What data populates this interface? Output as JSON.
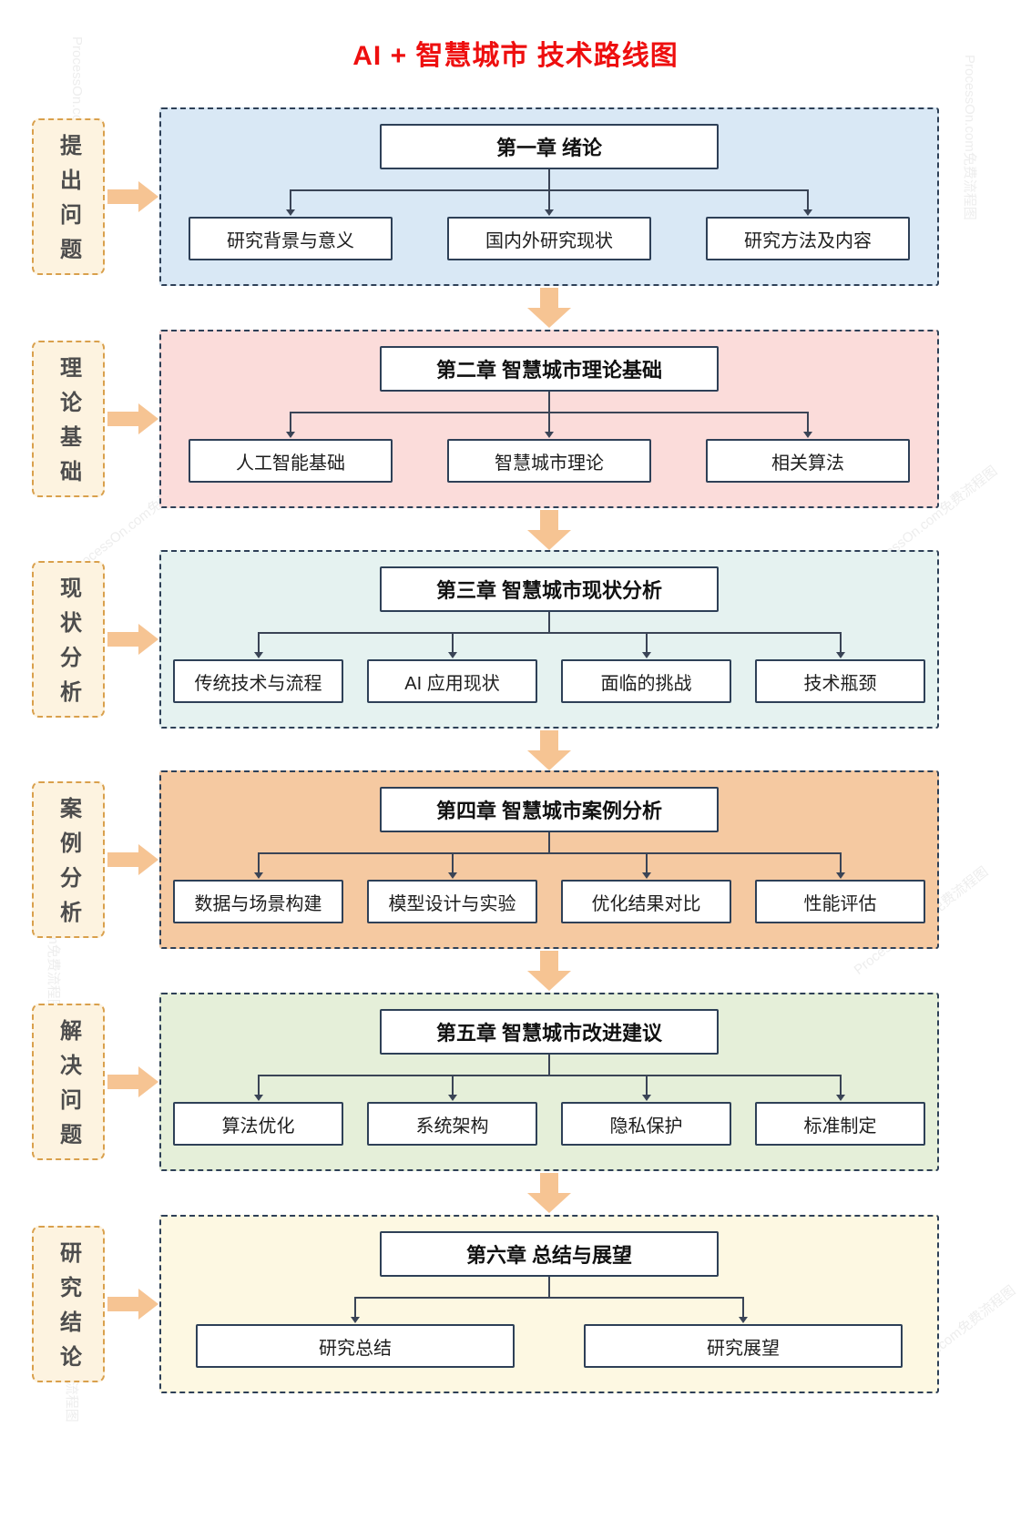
{
  "title": "AI + 智慧城市  技术路线图",
  "watermark": "ProcessOn.com免费流程图",
  "colors": {
    "title_red": "#ee0f0f",
    "arrow_orange": "#f6c493",
    "panel_border": "#2e4057",
    "label_border": "#d9a04c",
    "label_bg": "#fdf3e0",
    "connector": "#3a4456"
  },
  "sections": [
    {
      "label": "提出问题",
      "panel_bg": "#d9e8f5",
      "chapter": "第一章 绪论",
      "children": [
        "研究背景与意义",
        "国内外研究现状",
        "研究方法及内容"
      ]
    },
    {
      "label": "理论基础",
      "panel_bg": "#fbdcda",
      "chapter": "第二章 智慧城市理论基础",
      "children": [
        "人工智能基础",
        "智慧城市理论",
        "相关算法"
      ]
    },
    {
      "label": "现状分析",
      "panel_bg": "#e5f2f0",
      "chapter": "第三章 智慧城市现状分析",
      "children": [
        "传统技术与流程",
        "AI 应用现状",
        "面临的挑战",
        "技术瓶颈"
      ]
    },
    {
      "label": "案例分析",
      "panel_bg": "#f5c9a1",
      "chapter": "第四章 智慧城市案例分析",
      "children": [
        "数据与场景构建",
        "模型设计与实验",
        "优化结果对比",
        "性能评估"
      ]
    },
    {
      "label": "解决问题",
      "panel_bg": "#e5efd9",
      "chapter": "第五章 智慧城市改进建议",
      "children": [
        "算法优化",
        "系统架构",
        "隐私保护",
        "标准制定"
      ]
    },
    {
      "label": "研究结论",
      "panel_bg": "#fdf8e2",
      "chapter": "第六章 总结与展望",
      "children": [
        "研究总结",
        "研究展望"
      ]
    }
  ]
}
